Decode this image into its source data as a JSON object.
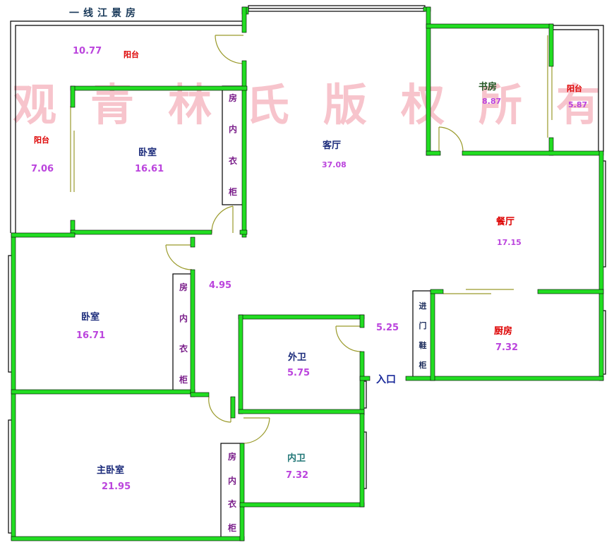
{
  "header_title": "一线江景房",
  "watermark": "观青林氏版权所有",
  "colors": {
    "wall": "#22dd22",
    "thin_wall": "#000000",
    "area_text": "#bb44dd",
    "balcony_text": "#dd0000",
    "room_text": "#1a2a7a"
  },
  "rooms": {
    "balcony_top": {
      "name": "阳台",
      "area": "10.77"
    },
    "balcony_left": {
      "name": "阳台",
      "area": "7.06"
    },
    "bedroom_top": {
      "name": "卧室",
      "area": "16.61"
    },
    "living_room": {
      "name": "客厅",
      "area": "37.08"
    },
    "study": {
      "name": "书房",
      "area": "8.87"
    },
    "balcony_right": {
      "name": "阳台",
      "area": "5.87"
    },
    "dining_room": {
      "name": "餐厅",
      "area": "17.15"
    },
    "corridor": {
      "area": "4.95"
    },
    "bedroom_mid": {
      "name": "卧室",
      "area": "16.71"
    },
    "guest_bath": {
      "name": "外卫",
      "area": "5.75"
    },
    "foyer": {
      "area": "5.25"
    },
    "kitchen": {
      "name": "厨房",
      "area": "7.32"
    },
    "master_bedroom": {
      "name": "主卧室",
      "area": "21.95"
    },
    "ensuite_bath": {
      "name": "内卫",
      "area": "7.32"
    }
  },
  "entrance_label": "入口",
  "wardrobes": {
    "top": [
      "房",
      "内",
      "衣",
      "柜"
    ],
    "middle": [
      "房",
      "内",
      "衣",
      "柜"
    ],
    "bottom": [
      "房",
      "内",
      "衣",
      "柜"
    ],
    "shoe_cabinet": [
      "进",
      "门",
      "鞋",
      "柜"
    ]
  }
}
